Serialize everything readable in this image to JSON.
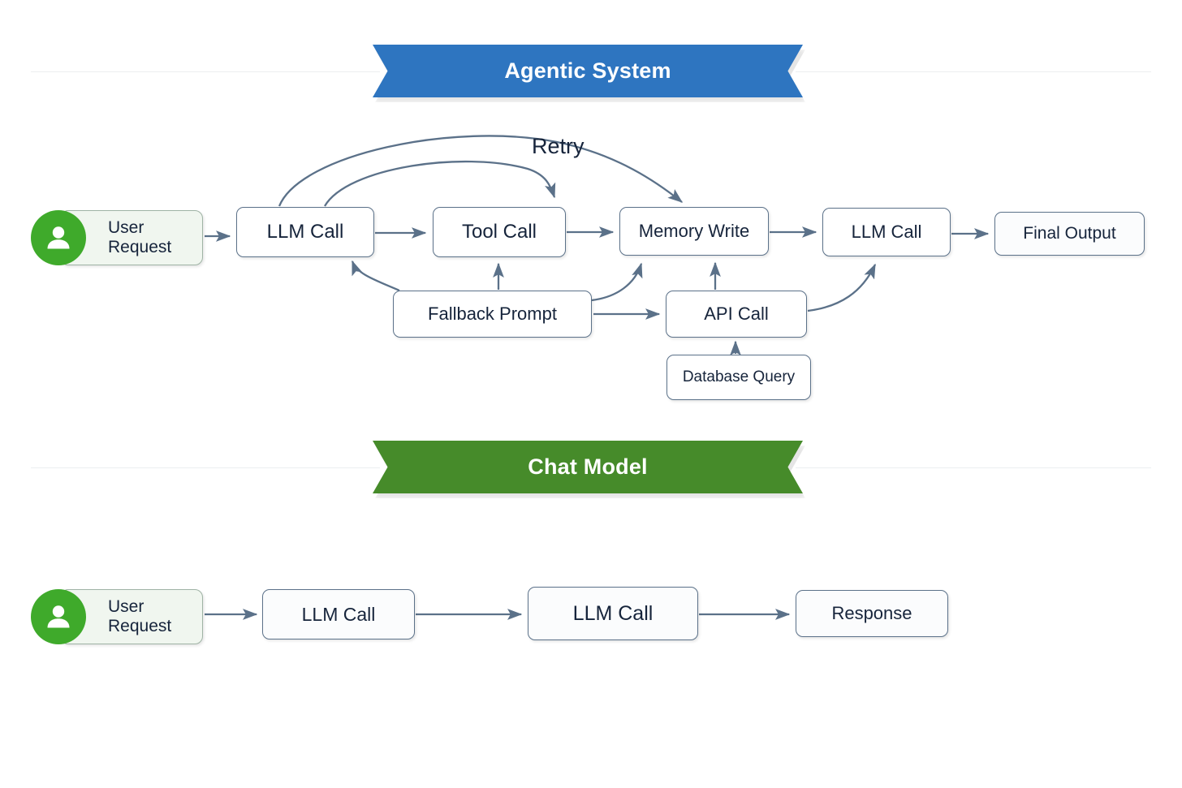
{
  "diagram": {
    "title_agentic": "Agentic System",
    "title_chat": "Chat Model",
    "colors": {
      "agentic_banner": "#2e75c0",
      "chat_banner": "#468b2a",
      "node_border": "#5b7189",
      "node_text": "#16243b",
      "user_circle": "#3faa2b",
      "user_pill_fill": "#f0f6ef",
      "arrow": "#5b7189",
      "background": "#ffffff"
    }
  },
  "agentic_system": {
    "banner_label": "Agentic System",
    "user": {
      "line1": "User",
      "line2": "Request",
      "icon": "user-icon"
    },
    "nodes": [
      {
        "id": "llm-call-1",
        "label": "LLM Call"
      },
      {
        "id": "tool-call",
        "label": "Tool Call"
      },
      {
        "id": "memory-write",
        "label": "Memory Write"
      },
      {
        "id": "llm-call-2",
        "label": "LLM Call"
      },
      {
        "id": "final-output",
        "label": "Final Output"
      },
      {
        "id": "fallback-prompt",
        "label": "Fallback Prompt"
      },
      {
        "id": "api-call",
        "label": "API Call"
      },
      {
        "id": "database-query",
        "label": "Database Query"
      }
    ],
    "edge_labels": {
      "retry": "Retry"
    },
    "edges": [
      {
        "from": "user-request",
        "to": "llm-call-1",
        "style": "straight"
      },
      {
        "from": "llm-call-1",
        "to": "tool-call",
        "style": "straight"
      },
      {
        "from": "tool-call",
        "to": "memory-write",
        "style": "straight"
      },
      {
        "from": "memory-write",
        "to": "llm-call-2",
        "style": "straight"
      },
      {
        "from": "llm-call-2",
        "to": "final-output",
        "style": "straight"
      },
      {
        "from": "llm-call-1",
        "to": "memory-write",
        "style": "curve-over",
        "label": "Retry"
      },
      {
        "from": "llm-call-1",
        "to": "tool-call",
        "style": "curve-over"
      },
      {
        "from": "fallback-prompt",
        "to": "llm-call-1",
        "style": "curve-up-left"
      },
      {
        "from": "fallback-prompt",
        "to": "tool-call",
        "style": "straight-up"
      },
      {
        "from": "fallback-prompt",
        "to": "memory-write",
        "style": "curve-up-right"
      },
      {
        "from": "fallback-prompt",
        "to": "api-call",
        "style": "straight"
      },
      {
        "from": "api-call",
        "to": "memory-write",
        "style": "straight-up"
      },
      {
        "from": "api-call",
        "to": "llm-call-2",
        "style": "curve-up-right"
      },
      {
        "from": "database-query",
        "to": "api-call",
        "style": "straight-up"
      }
    ]
  },
  "chat_model": {
    "banner_label": "Chat Model",
    "user": {
      "line1": "User",
      "line2": "Request",
      "icon": "user-icon"
    },
    "nodes": [
      {
        "id": "chat-llm-call-1",
        "label": "LLM Call"
      },
      {
        "id": "chat-llm-call-2",
        "label": "LLM Call"
      },
      {
        "id": "chat-response",
        "label": "Response"
      }
    ],
    "edges": [
      {
        "from": "user-request",
        "to": "chat-llm-call-1",
        "style": "straight"
      },
      {
        "from": "chat-llm-call-1",
        "to": "chat-llm-call-2",
        "style": "straight"
      },
      {
        "from": "chat-llm-call-2",
        "to": "chat-response",
        "style": "straight"
      }
    ]
  }
}
